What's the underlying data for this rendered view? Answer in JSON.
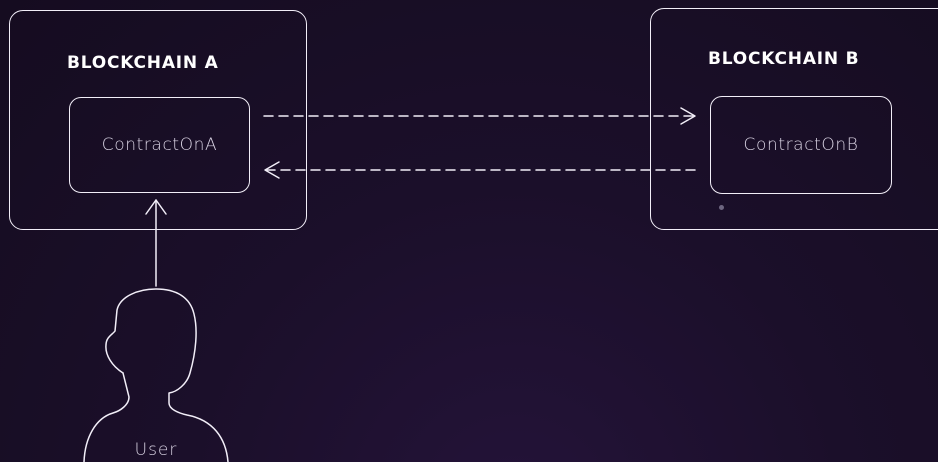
{
  "diagram": {
    "chain_a": {
      "title": "BLOCKCHAIN A",
      "contract_label": "ContractOnA"
    },
    "chain_b": {
      "title": "BLOCKCHAIN B",
      "contract_label": "ContractOnB"
    },
    "user": {
      "label": "User"
    },
    "colors": {
      "background": "#1b0f2a",
      "stroke": "#f2eef8",
      "title_text": "#ffffff",
      "label_text": "#d9d3e3"
    }
  }
}
